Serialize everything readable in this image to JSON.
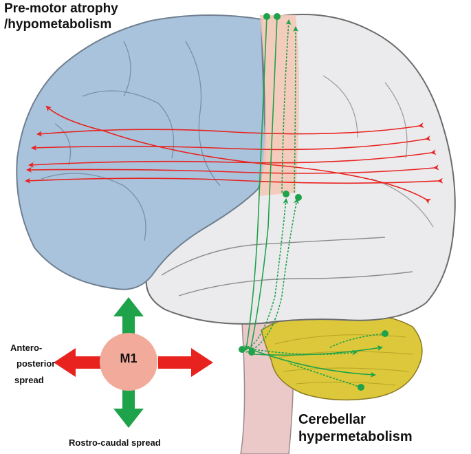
{
  "labels": {
    "premotor_line1": "Pre-motor atrophy",
    "premotor_line2": "/hypometabolism",
    "cerebellar_line1": "Cerebellar",
    "cerebellar_line2": "hypermetabolism",
    "antero_line1": "Antero-",
    "antero_line2": "posterior",
    "antero_line3": "spread",
    "rostro": "Rostro-caudal spread",
    "m1": "M1"
  },
  "icons": {
    "brain": "brain-lateral-view-icon",
    "cerebellum": "cerebellum-icon",
    "brainstem": "brainstem-icon",
    "spread_arrows": "cross-arrows-icon"
  },
  "colors": {
    "frontal_lobe": "#a9c3dc",
    "rest_of_brain": "#ebebed",
    "motor_strip": "#f3c9b9",
    "cerebellum": "#dcc83a",
    "brainstem": "#ecc9c9",
    "antero_posterior_arrows": "#e8231f",
    "rostro_caudal_arrows": "#1ea24a",
    "m1_circle": "#f2ab9b"
  }
}
